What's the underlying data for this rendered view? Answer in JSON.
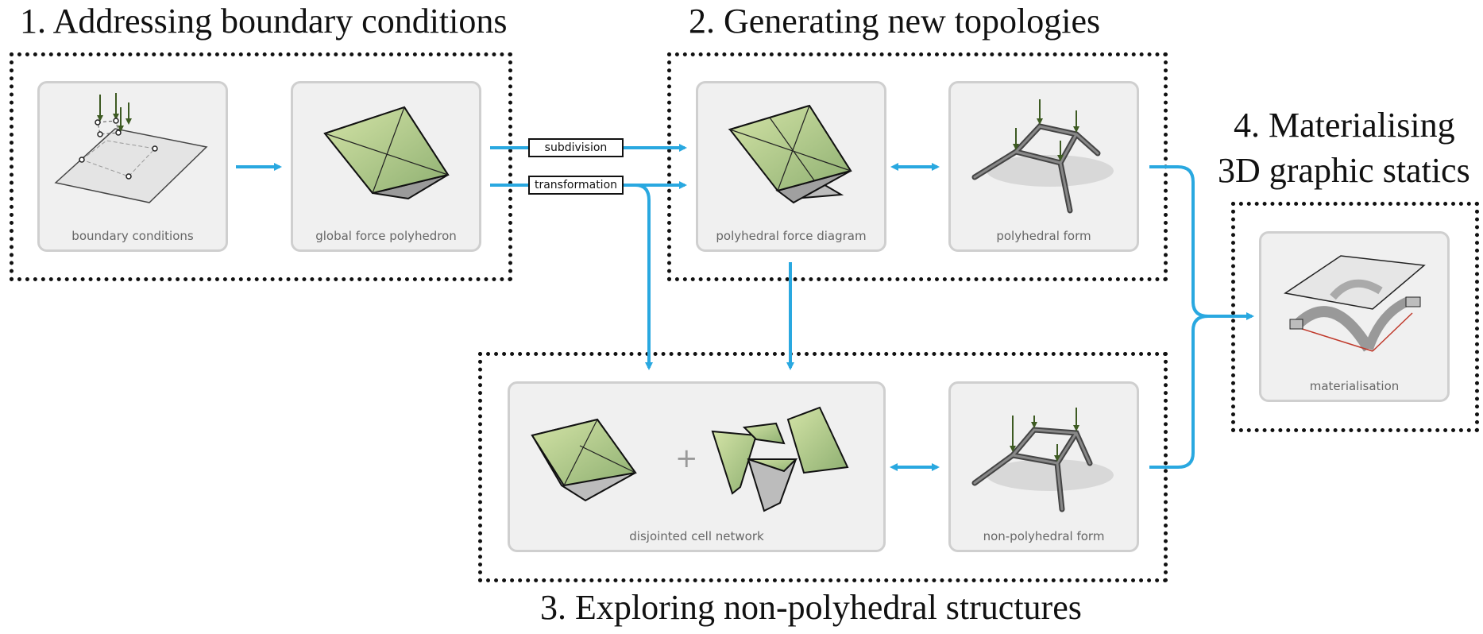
{
  "steps": {
    "s1": "1. Addressing boundary conditions",
    "s2": "2. Generating new topologies",
    "s3": "3. Exploring non-polyhedral structures",
    "s4_line1": "4. Materialising",
    "s4_line2": "3D graphic statics"
  },
  "cards": {
    "boundary": "boundary conditions",
    "global": "global force polyhedron",
    "force_diagram": "polyhedral force diagram",
    "form": "polyhedral form",
    "disjointed": "disjointed cell network",
    "non_poly": "non-polyhedral form",
    "material": "materialisation"
  },
  "operations": {
    "subdivision": "subdivision",
    "transformation": "transformation"
  },
  "symbols": {
    "plus": "+"
  },
  "colors": {
    "arrow": "#29a8e0",
    "card_bg": "#f0f0f0",
    "card_border": "#cfcfcf",
    "poly_green": "#b7d08a",
    "poly_grey": "#bdbdbd",
    "load_arrow": "#4a6a2a"
  }
}
